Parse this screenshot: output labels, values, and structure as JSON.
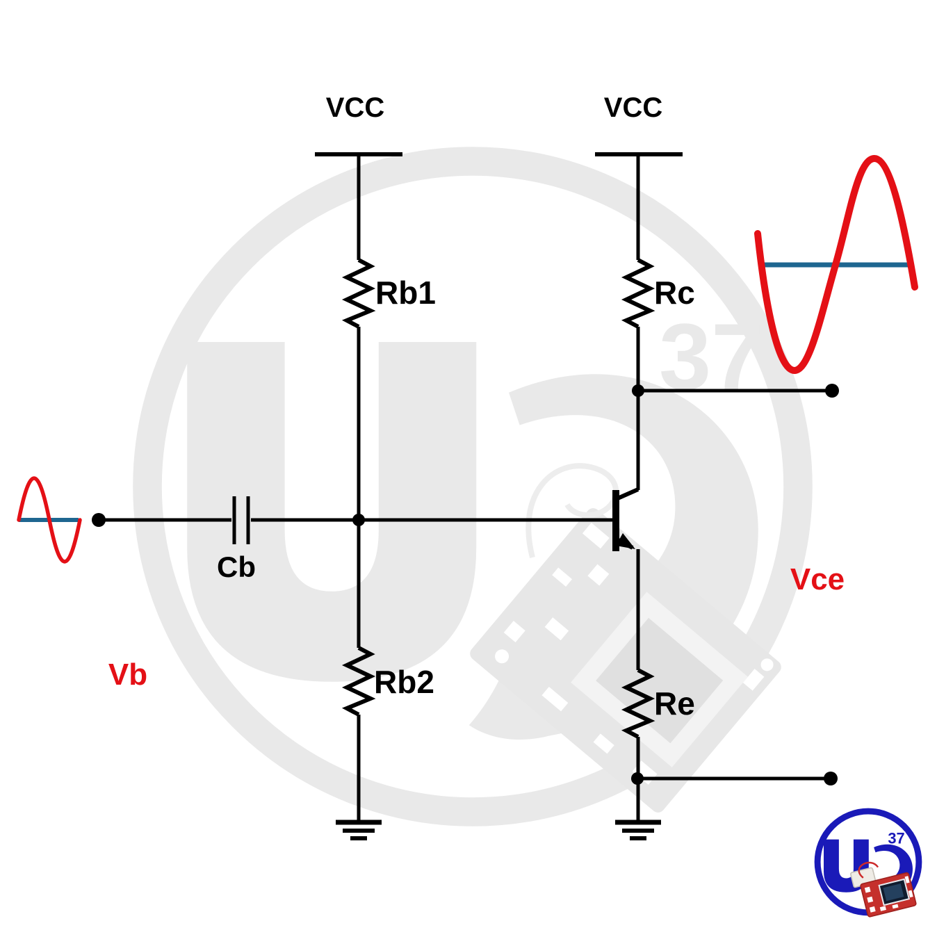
{
  "figure": {
    "kind": "circuit-diagram",
    "description": "Common-emitter NPN transistor amplifier with voltage-divider bias, input/output sine waveforms showing 180-degree phase inversion"
  },
  "colors": {
    "wire": "#000000",
    "signal_red": "#e41016",
    "baseline_blue": "#1e6690",
    "logo_blue": "#1a1ab8",
    "watermark_gray": "#e9e9e9"
  },
  "power": {
    "vcc_left": "VCC",
    "vcc_right": "VCC"
  },
  "components": {
    "rb1": "Rb1",
    "rb2": "Rb2",
    "rc": "Rc",
    "re": "Re",
    "cb": "Cb",
    "transistor": "NPN"
  },
  "signals": {
    "input_label": "Vb",
    "output_label": "Vce"
  },
  "waveforms": {
    "input": {
      "type": "sine",
      "cycles": 1,
      "first_half": "positive",
      "color": "#e41016",
      "baseline_color": "#1e6690"
    },
    "output": {
      "type": "sine",
      "cycles": 1,
      "first_half": "negative",
      "color": "#e41016",
      "baseline_color": "#1e6690"
    }
  },
  "logo": {
    "badge": "37"
  },
  "watermark": {
    "badge": "37"
  }
}
